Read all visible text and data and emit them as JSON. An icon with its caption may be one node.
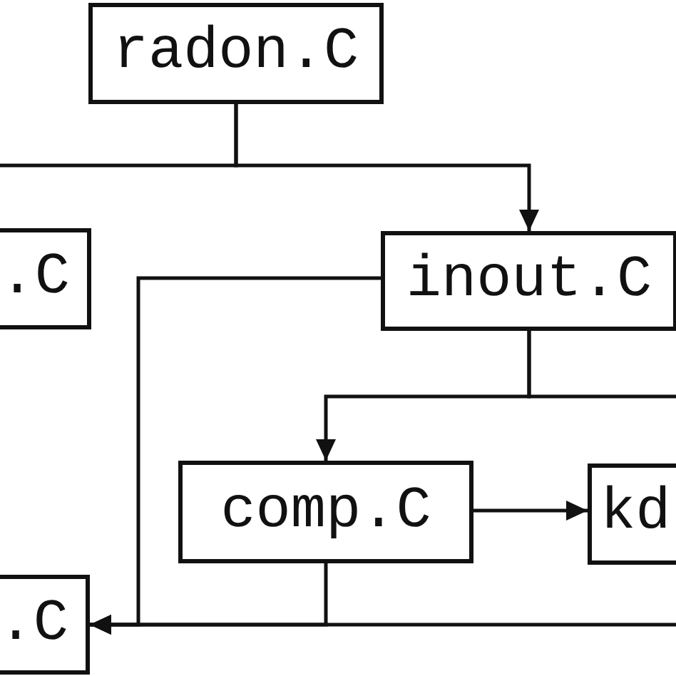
{
  "diagram": {
    "nodes": [
      {
        "text": [
          "radon.C"
        ]
      },
      {
        "text": [
          ".C"
        ]
      },
      {
        "text": [
          "inout.C"
        ]
      },
      {
        "text": [
          "comp.C"
        ]
      },
      {
        "text": [
          "kd"
        ]
      },
      {
        "text": [
          ".C"
        ]
      }
    ],
    "edges": [
      {
        "from": 0,
        "to": 2,
        "arrow": "to"
      },
      {
        "from": 0,
        "to": null,
        "arrow": "none"
      },
      {
        "from": 2,
        "to": 3,
        "arrow": "to"
      },
      {
        "from": 2,
        "to": null,
        "arrow": "none"
      },
      {
        "from": 3,
        "to": 4,
        "arrow": "to"
      },
      {
        "from": 2,
        "to": 5,
        "arrow": "to"
      },
      {
        "from": 3,
        "to": 5,
        "arrow": "to"
      },
      {
        "from": null,
        "to": 5,
        "arrow": "to"
      }
    ]
  }
}
